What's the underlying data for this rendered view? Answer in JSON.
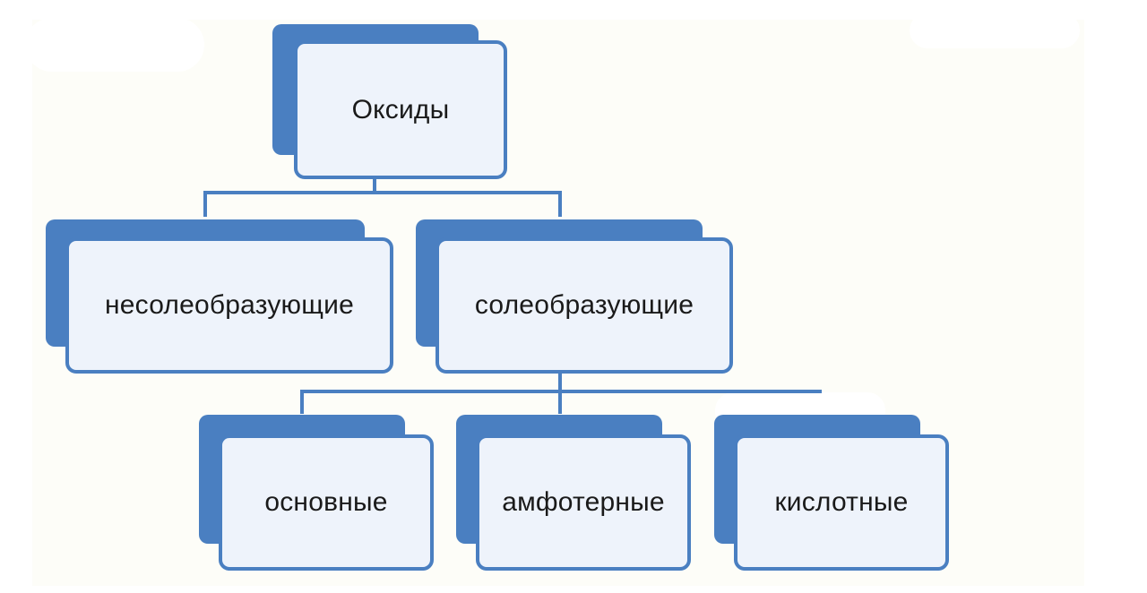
{
  "diagram": {
    "root": {
      "label": "Оксиды"
    },
    "level1": [
      {
        "label": "несолеобразующие"
      },
      {
        "label": "солеобразующие"
      }
    ],
    "level2": [
      {
        "label": "основные"
      },
      {
        "label": "амфотерные"
      },
      {
        "label": "кислотные"
      }
    ]
  },
  "colors": {
    "box_border": "#4a7fc1",
    "box_shadow": "#4a7fc1",
    "box_fill": "#eef3fb",
    "connector": "#4a7fc1",
    "background": "#fdfdf8"
  }
}
